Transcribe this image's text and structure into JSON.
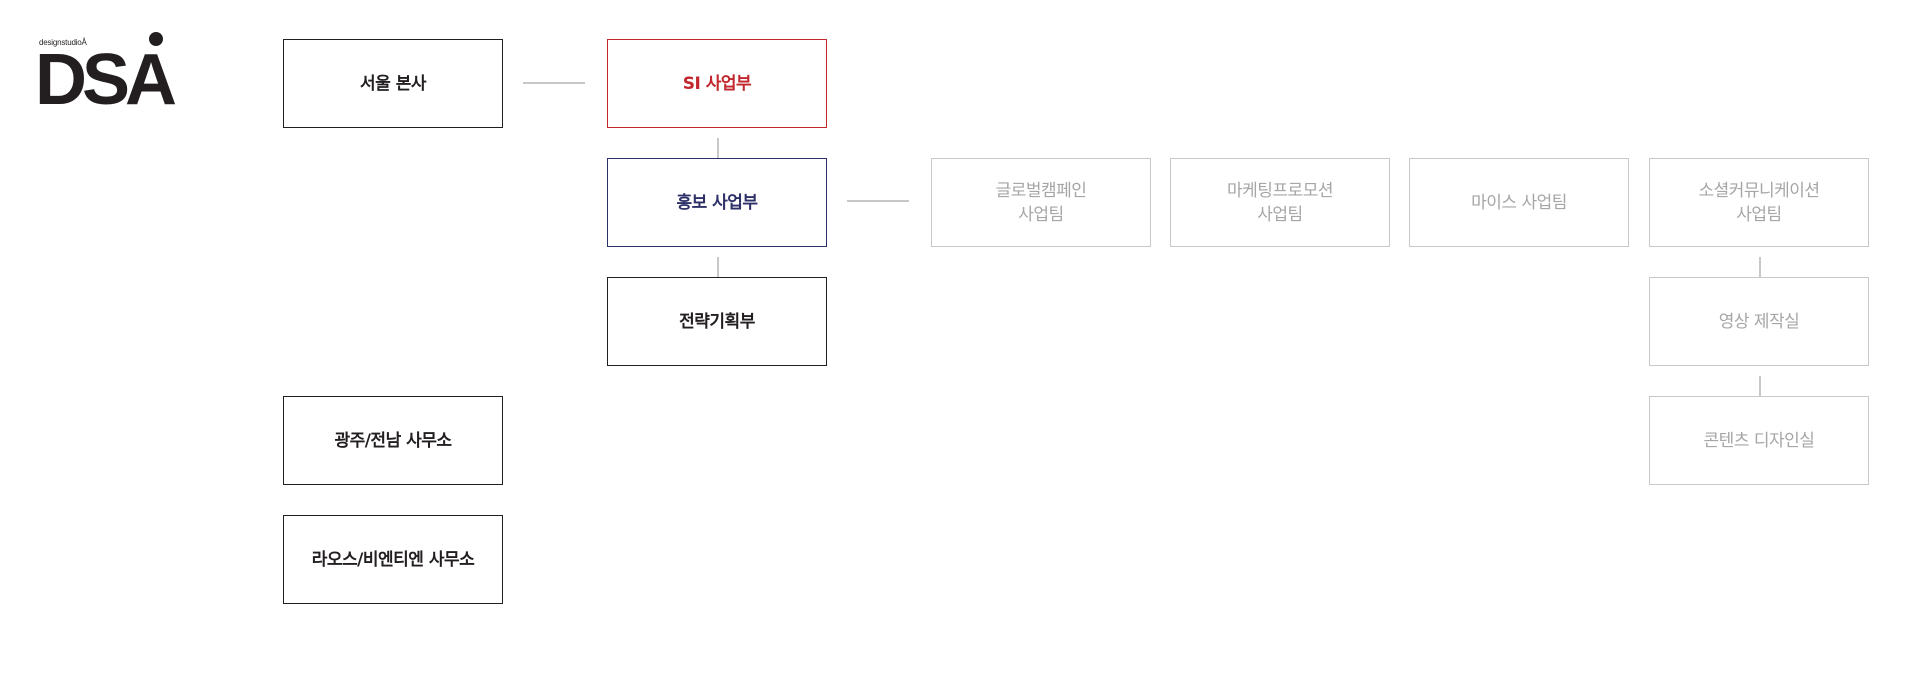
{
  "logo": {
    "small_text": "designstudioÅ",
    "big_text": "DSA"
  },
  "org": {
    "seoul_hq": "서울 본사",
    "si_division": "SI 사업부",
    "pr_division": "홍보 사업부",
    "strategy_division": "전략기획부",
    "gwangju_office": "광주/전남 사무소",
    "laos_office": "라오스/비엔티엔 사무소",
    "global_campaign_team": "글로벌캠페인\n사업팀",
    "marketing_promotion_team": "마케팅프로모션\n사업팀",
    "mice_team": "마이스 사업팀",
    "social_comm_team": "소셜커뮤니케이션\n사업팀",
    "video_studio": "영상 제작실",
    "content_design": "콘텐츠 디자인실"
  },
  "colors": {
    "dark": "#231f20",
    "red": "#c1272d",
    "navy": "#2e3168",
    "gray_border": "#c8c8c8",
    "gray_text": "#a6a6a6"
  }
}
